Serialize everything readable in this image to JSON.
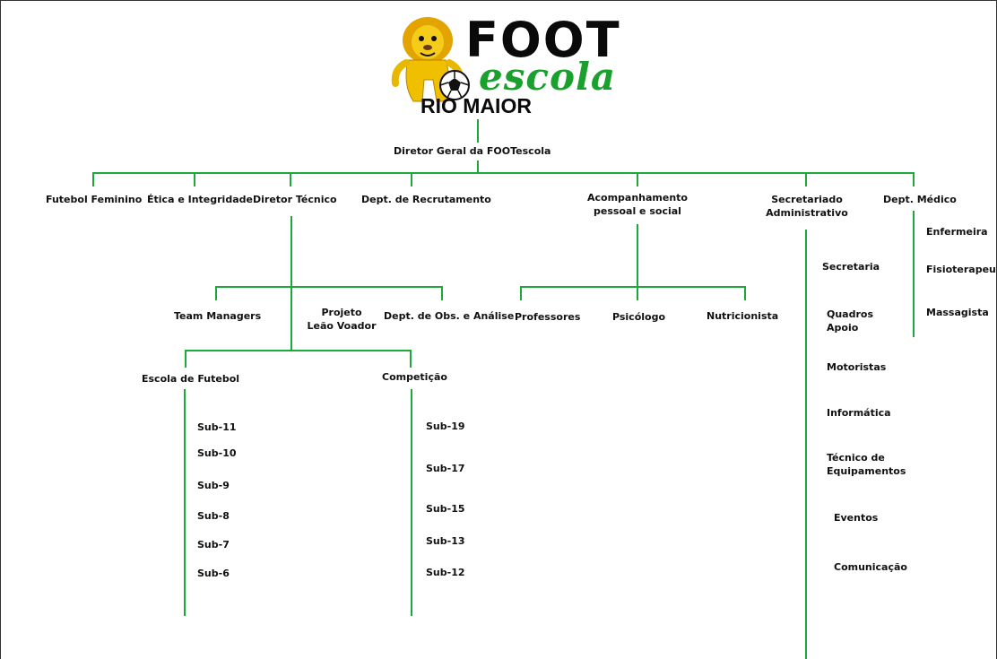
{
  "logo": {
    "foot": "FOOT",
    "escola": "escola",
    "subtitle": "RIO MAIOR",
    "colors": {
      "green": "#1aa02c",
      "yellow": "#f2c500",
      "black": "#0a0a0a"
    }
  },
  "line_color": "#1da83b",
  "root": "Diretor Geral da FOOTescola",
  "level1": {
    "futebol_feminino": "Futebol Feminino",
    "etica": "Ética e Integridade",
    "diretor_tecnico": "Diretor Técnico",
    "recrutamento": "Dept. de Recrutamento",
    "acompanhamento": [
      "Acompanhamento",
      "pessoal e social"
    ],
    "secretariado": [
      "Secretariado",
      "Administrativo"
    ],
    "medico": "Dept. Médico"
  },
  "tecnico": {
    "team_managers": "Team Managers",
    "projeto": [
      "Projeto",
      "Leão Voador"
    ],
    "obs_analise": "Dept. de Obs. e Análise",
    "escola_futebol": "Escola de Futebol",
    "competicao": "Competição",
    "escola_items": [
      "Sub-11",
      "Sub-10",
      "Sub-9",
      "Sub-8",
      "Sub-7",
      "Sub-6"
    ],
    "competicao_items": [
      "Sub-19",
      "Sub-17",
      "Sub-15",
      "Sub-13",
      "Sub-12"
    ]
  },
  "acompanhamento": {
    "professores": "Professores",
    "psicologo": "Psicólogo",
    "nutricionista": "Nutricionista"
  },
  "secretariado": {
    "secretaria": "Secretaria",
    "quadros": [
      "Quadros",
      "Apoio"
    ],
    "motoristas": "Motoristas",
    "informatica": "Informática",
    "tecnico_equip": [
      "Técnico de",
      "Equipamentos"
    ],
    "eventos": "Eventos",
    "comunicacao": "Comunicação"
  },
  "medico": {
    "enfermeira": "Enfermeira",
    "fisioterapeuta": "Fisioterapeuta",
    "massagista": "Massagista"
  }
}
